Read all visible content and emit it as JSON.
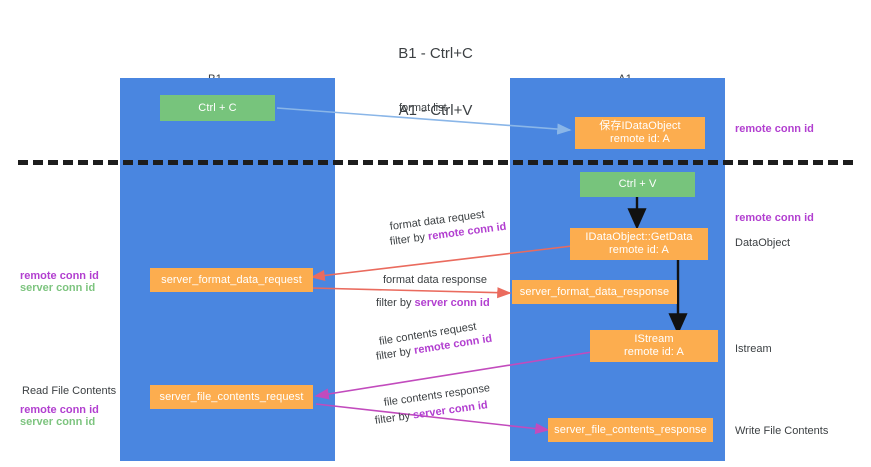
{
  "title": {
    "line1": "B1 - Ctrl+C",
    "line2": "A1 - Ctrl+V"
  },
  "columns": [
    {
      "name": "B1",
      "role": "connection"
    },
    {
      "name": "A1",
      "role": "remote"
    }
  ],
  "nodes": {
    "ctrl_c": {
      "label": "Ctrl + C",
      "color": "#77c47c"
    },
    "ctrl_v": {
      "label": "Ctrl + V",
      "color": "#77c47c"
    },
    "idataobject_saved": {
      "line1": "保存IDataObject",
      "line2": "remote id: A",
      "color": "#fcad4f"
    },
    "idataobject_getdata": {
      "line1": "IDataObject::GetData",
      "line2": "remote id: A",
      "color": "#fcad4f"
    },
    "istream": {
      "line1": "IStream",
      "line2": "remote id: A",
      "color": "#fcad4f"
    },
    "server_format_data_request": {
      "label": "server_format_data_request",
      "color": "#fcad4f"
    },
    "server_format_data_response": {
      "label": "server_format_data_response",
      "color": "#fcad4f"
    },
    "server_file_contents_request": {
      "label": "server_file_contents_request",
      "color": "#fcad4f"
    },
    "server_file_contents_response": {
      "label": "server_file_contents_response",
      "color": "#fcad4f"
    }
  },
  "edges": {
    "format_list": {
      "label": "format list",
      "color": "#8ab6e8"
    },
    "format_data_request": {
      "label": "format data request",
      "filter_prefix": "filter by ",
      "filter_key": "remote conn id",
      "color": "#ea6b5e"
    },
    "format_data_response": {
      "label": "format data response",
      "filter_prefix": "filter by ",
      "filter_key": "server conn id",
      "color": "#ea6b5e"
    },
    "file_contents_request": {
      "label": "file contents request",
      "filter_prefix": "filter by ",
      "filter_key": "remote conn id",
      "color": "#c24bbd"
    },
    "file_contents_response": {
      "label": "file contents response",
      "filter_prefix": "filter by ",
      "filter_key": "server conn id",
      "color": "#c24bbd"
    }
  },
  "annotations": {
    "right_remote_conn_top": "remote conn id",
    "right_remote_conn_mid": "remote conn id",
    "right_dataobject": "DataObject",
    "right_istream": "Istream",
    "right_write_file_contents": "Write File Contents",
    "left_remote_conn": "remote conn id",
    "left_server_conn": "server conn id",
    "left_read_file_contents": "Read File Contents",
    "left_remote_conn_2": "remote conn id",
    "left_server_conn_2": "server conn id"
  },
  "colors": {
    "lane": "#4a86e0",
    "green_node": "#77c47c",
    "orange_node": "#fcad4f",
    "remote_key": "#b23fd0",
    "server_key": "#7dc47f",
    "red_edge": "#ea6b5e",
    "purple_edge": "#c24bbd",
    "blue_edge": "#8ab6e8",
    "divider": "#1d1d1d"
  }
}
